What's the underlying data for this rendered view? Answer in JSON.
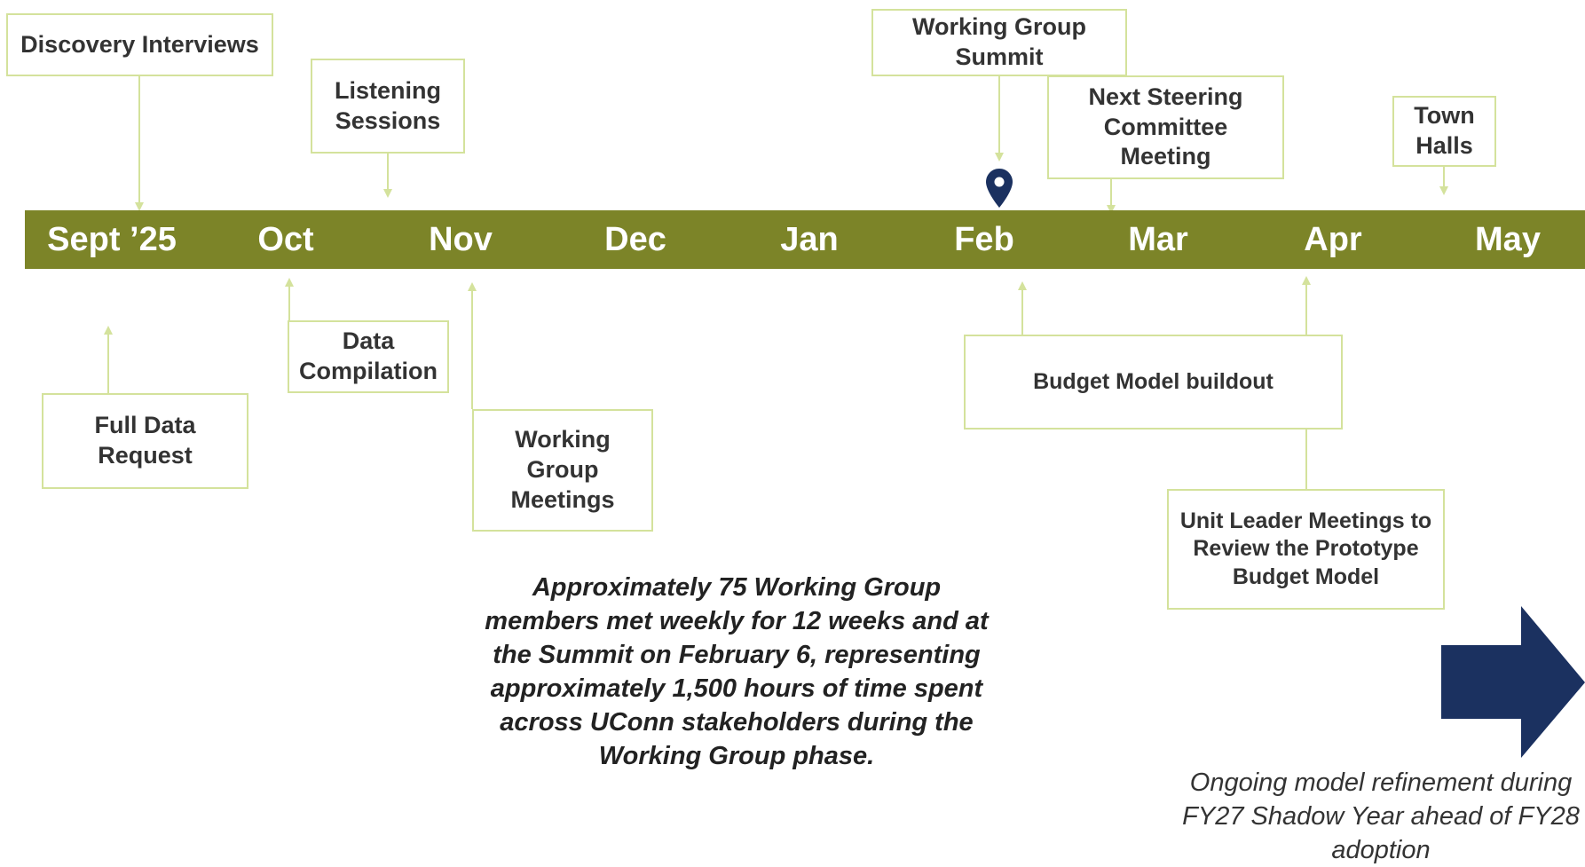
{
  "timeline": {
    "months": [
      "Sept ’25",
      "Oct",
      "Nov",
      "Dec",
      "Jan",
      "Feb",
      "Mar",
      "Apr",
      "May"
    ],
    "milestones_above": {
      "discovery_interviews": "Discovery Interviews",
      "listening_sessions": "Listening\nSessions",
      "working_group_summit": "Working Group\nSummit",
      "next_steering_committee_meeting": "Next Steering\nCommittee\nMeeting",
      "town_halls": "Town\nHalls"
    },
    "milestones_below": {
      "full_data_request": "Full Data\nRequest",
      "data_compilation": "Data\nCompilation",
      "working_group_meetings": "Working\nGroup\nMeetings",
      "budget_model_buildout": "Budget Model buildout",
      "unit_leader_meetings": "Unit Leader Meetings to\nReview the Prototype\nBudget Model"
    }
  },
  "notes": {
    "working_group_summary": "Approximately 75 Working Group\nmembers met weekly for 12 weeks and at\nthe Summit on February 6, representing\napproximately 1,500 hours of time spent\nacross UConn stakeholders during the\nWorking Group phase.",
    "ongoing_refinement": "Ongoing model refinement during\nFY27 Shadow Year ahead of FY28\nadoption"
  },
  "colors": {
    "band": "#7c8428",
    "box_border": "#d4e29c",
    "connector": "#d4e29c",
    "pin": "#1b3160",
    "big_arrow": "#1b3160"
  },
  "icons": [
    "map-pin-icon",
    "right-arrow-icon"
  ]
}
